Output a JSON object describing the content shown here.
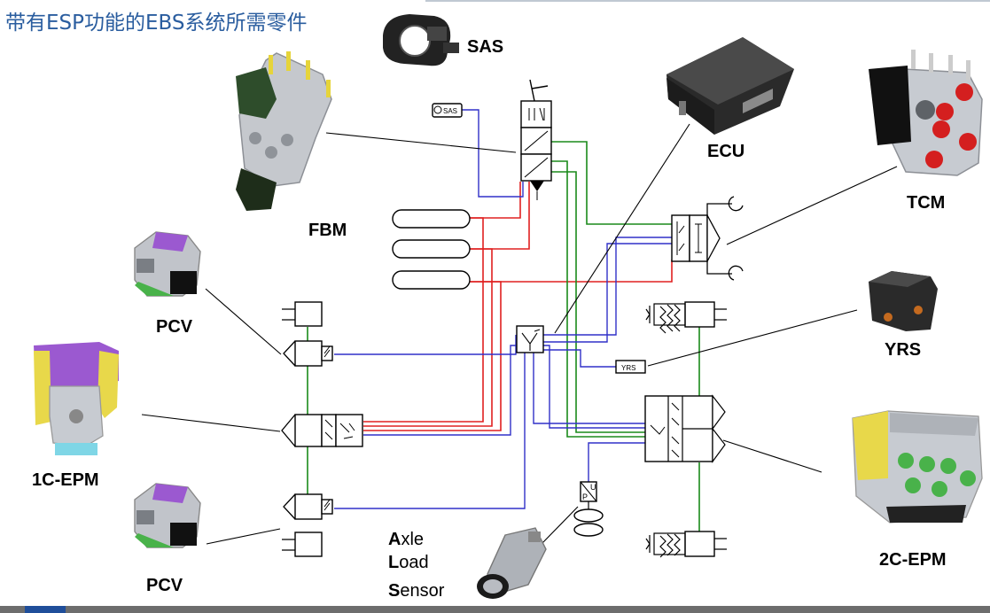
{
  "title": "带有ESP功能的EBS系统所需零件",
  "colors": {
    "title": "#2a5d9f",
    "pneumatic_red": "#e02020",
    "electric_blue": "#3030c8",
    "control_green": "#1a8a1a",
    "bottom_bar": "#6d6d6d",
    "part_black": "#222222",
    "part_grey": "#b9bcc2",
    "part_green": "#49b24a",
    "part_purple": "#9b59d0",
    "part_yellow": "#e8d84a",
    "part_cyan": "#7fd6e6",
    "part_red": "#d41f1f"
  },
  "labels": {
    "sas": "SAS",
    "ecu": "ECU",
    "tcm": "TCM",
    "fbm": "FBM",
    "pcv_top": "PCV",
    "pcv_bottom": "PCV",
    "yrs": "YRS",
    "epm1": "1C-EPM",
    "epm2": "2C-EPM",
    "sas_box": "SAS",
    "yrs_box": "YRS",
    "pu_top": "U",
    "pu_bottom": "P"
  },
  "axle_load_sensor": {
    "line1_initial": "A",
    "line1_rest": "xle",
    "line2_initial": "L",
    "line2_rest": "oad",
    "line3_initial": "S",
    "line3_rest": "ensor"
  },
  "icons": [
    "steering-angle-sensor",
    "foot-brake-module",
    "ecu-unit",
    "trailer-control-module",
    "pressure-control-valve",
    "yaw-rate-sensor",
    "one-channel-epm",
    "two-channel-epm",
    "axle-load-sensor"
  ]
}
